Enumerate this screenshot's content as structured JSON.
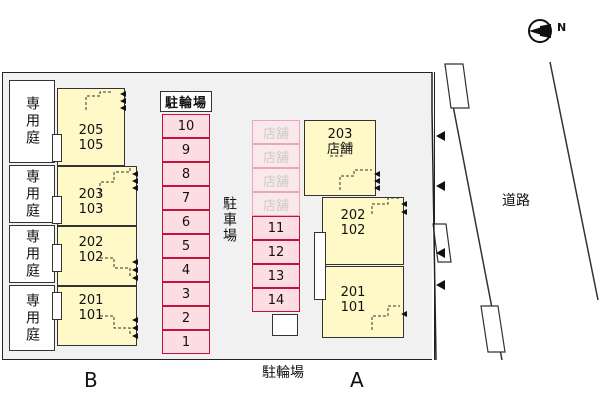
{
  "compass": {
    "north_label": "N"
  },
  "road": {
    "label": "道路"
  },
  "private_garden": {
    "label": "専用庭"
  },
  "bicycle_parking_top": {
    "label": "駐輪場"
  },
  "bicycle_parking_bottom": {
    "label": "駐輪場"
  },
  "car_parking": {
    "label": "駐車場"
  },
  "bicycle_slots": [
    "10",
    "9",
    "8",
    "7",
    "6",
    "5",
    "4",
    "3",
    "2",
    "1"
  ],
  "shop_slots": [
    "店舗",
    "店舗",
    "店舗",
    "店舗"
  ],
  "car_slots": [
    "11",
    "12",
    "13",
    "14"
  ],
  "building_b": {
    "label": "B",
    "units": [
      {
        "upper": "205",
        "lower": "105"
      },
      {
        "upper": "203",
        "lower": "103"
      },
      {
        "upper": "202",
        "lower": "102"
      },
      {
        "upper": "201",
        "lower": "101"
      }
    ]
  },
  "building_a": {
    "label": "A",
    "shop_unit": {
      "upper": "203",
      "lower": "店舗"
    },
    "units": [
      {
        "upper": "202",
        "lower": "102"
      },
      {
        "upper": "201",
        "lower": "101"
      }
    ]
  },
  "colors": {
    "unit_fill": "#fff9c8",
    "slot_fill": "#fcdde4",
    "slot_border": "#c0143c",
    "shop_text": "#cccccc"
  }
}
